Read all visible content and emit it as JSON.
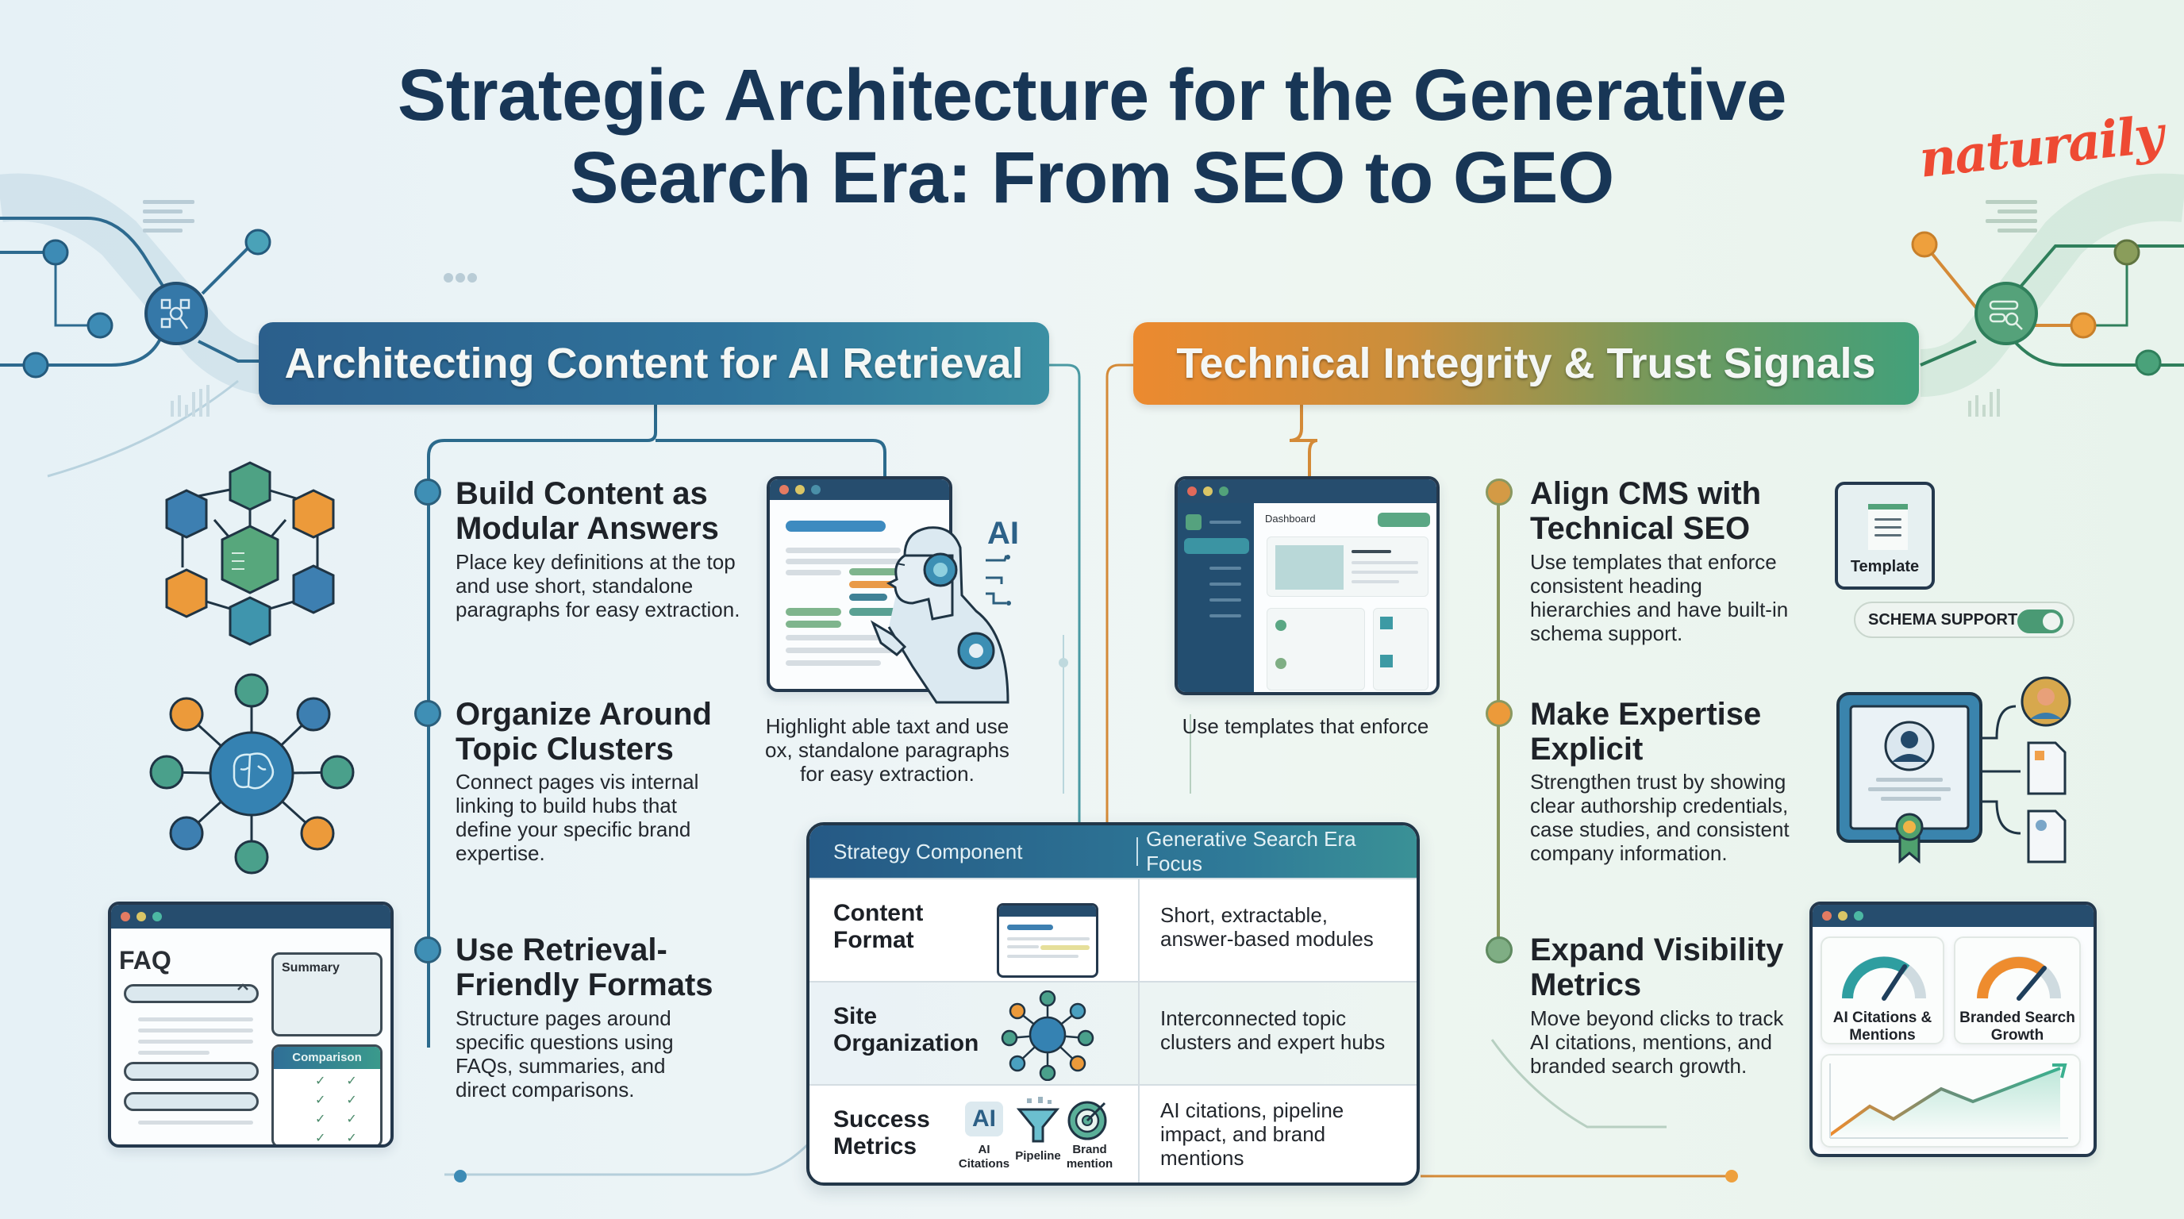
{
  "header": {
    "title_line1": "Strategic Architecture for the Generative",
    "title_line2": "Search Era: From SEO to GEO",
    "logo": "naturaily"
  },
  "colors": {
    "title": "#183656",
    "left_accent": "#2b6a96",
    "right_accent_start": "#ec8a2f",
    "right_accent_end": "#43a07a",
    "logo": "#ee4a33"
  },
  "left_section": {
    "banner": "Architecting Content for AI Retrieval",
    "steps": [
      {
        "title": "Build Content as Modular Answers",
        "title_line1": "Build Content as",
        "title_line2": "Modular Answers",
        "description": "Place key definitions at the top and use short, standalone paragraphs for easy extraction.",
        "icon": "modular-cubes-icon"
      },
      {
        "title": "Organize Around Topic Clusters",
        "title_line1": "Organize Around",
        "title_line2": "Topic Clusters",
        "description": "Connect pages vis internal linking to build hubs that define your specific brand expertise.",
        "icon": "brain-hub-icon"
      },
      {
        "title": "Use Retrieval-Friendly Formats",
        "title_line1": "Use Retrieval-",
        "title_line2": "Friendly Formats",
        "description": "Structure pages around specific questions using FAQs, summaries, and direct comparisons.",
        "icon": "faq-window-icon"
      }
    ],
    "ai_illustration": {
      "badge": "AI",
      "caption": "Highlight able taxt  and use ox, standalone paragraphs for easy extraction."
    },
    "faq_window": {
      "faq_label": "FAQ",
      "summary_label": "Summary",
      "comparison_label": "Comparison"
    }
  },
  "right_section": {
    "banner": "Technical Integrity & Trust Signals",
    "steps": [
      {
        "title": "Align CMS with Technical SEO",
        "title_line1": "Align CMS with",
        "title_line2": "Technical SEO",
        "description": "Use templates that enforce consistent heading hierarchies and have built-in schema support.",
        "icon": "template-icon"
      },
      {
        "title": "Make Expertise Explicit",
        "title_line1": "Make Expertise",
        "title_line2": "Explicit",
        "description": "Strengthen trust by showing clear authorship credentials, case studies, and consistent company information.",
        "icon": "certificate-icon"
      },
      {
        "title": "Expand Visibility Metrics",
        "title_line1": "Expand Visibility",
        "title_line2": "Metrics",
        "description": "Move beyond clicks to track AI citations, mentions, and branded search growth.",
        "icon": "gauge-dashboard-icon"
      }
    ],
    "dashboard": {
      "label": "Dashboard",
      "caption": "Use templates that enforce"
    },
    "template_card": {
      "label": "Template"
    },
    "schema_toggle": {
      "label": "SCHEMA SUPPORT",
      "state": "on"
    },
    "metrics_window": {
      "gauge1_label": "AI Citations & Mentions",
      "gauge2_label": "Branded Search Growth"
    }
  },
  "comparison_table": {
    "headers": [
      "Strategy Component",
      "Generative Search Era Focus"
    ],
    "rows": [
      {
        "component": "Content Format",
        "focus": "Short, extractable, answer-based modules",
        "icon": "document-window-icon"
      },
      {
        "component": "Site Organization",
        "focus": "Interconnected topic clusters and expert hubs",
        "icon": "hub-network-icon"
      },
      {
        "component": "Success Metrics",
        "focus": "AI citations, pipeline impact, and brand mentions",
        "icon": "metrics-icons",
        "sub_icons": [
          {
            "label": "AI Citations",
            "glyph": "AI"
          },
          {
            "label": "Pipeline",
            "glyph": "funnel"
          },
          {
            "label": "Brand mention",
            "glyph": "target"
          }
        ]
      }
    ]
  }
}
